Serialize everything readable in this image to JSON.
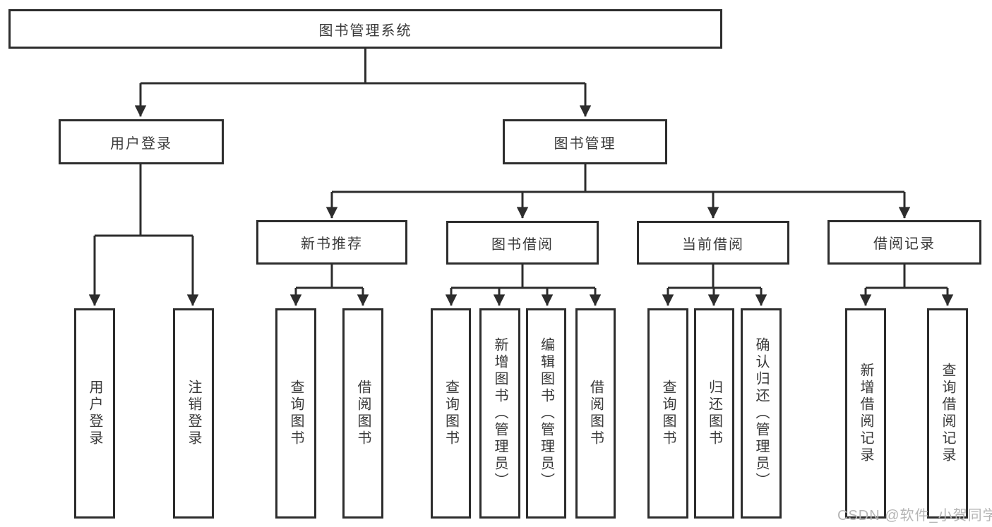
{
  "tree": {
    "root": {
      "label": "图书管理系统",
      "children": [
        {
          "label": "用户登录",
          "children": [
            {
              "label": "用户登录"
            },
            {
              "label": "注销登录"
            }
          ]
        },
        {
          "label": "图书管理",
          "children": [
            {
              "label": "新书推荐",
              "children": [
                {
                  "label": "查询图书"
                },
                {
                  "label": "借阅图书"
                }
              ]
            },
            {
              "label": "图书借阅",
              "children": [
                {
                  "label": "查询图书"
                },
                {
                  "label": "新增图书（管理员）"
                },
                {
                  "label": "编辑图书（管理员）"
                },
                {
                  "label": "借阅图书"
                }
              ]
            },
            {
              "label": "当前借阅",
              "children": [
                {
                  "label": "查询图书"
                },
                {
                  "label": "归还图书"
                },
                {
                  "label": "确认归还（管理员）"
                }
              ]
            },
            {
              "label": "借阅记录",
              "children": [
                {
                  "label": "新增借阅记录"
                },
                {
                  "label": "查询借阅记录"
                }
              ]
            }
          ]
        }
      ]
    }
  },
  "watermark": {
    "text": "CSDN @软件_小贺同学"
  },
  "colors": {
    "line": "#2d2d2d",
    "box_border": "#2d2d2d",
    "text": "#3a3a3a",
    "watermark": "#b5b5b5",
    "background": "#ffffff"
  }
}
